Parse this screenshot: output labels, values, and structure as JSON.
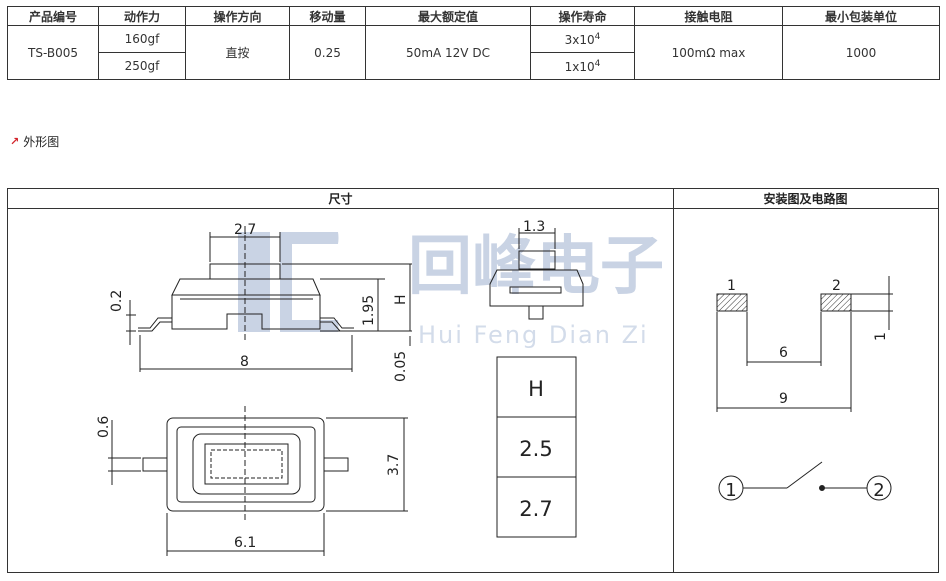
{
  "table": {
    "headers": [
      "产品编号",
      "动作力",
      "操作方向",
      "移动量",
      "最大额定值",
      "操作寿命",
      "接触电阻",
      "最小包装单位"
    ],
    "model": "TS-B005",
    "force": [
      "160gf",
      "250gf"
    ],
    "direction": "直按",
    "travel": "0.25",
    "rating": "50mA 12V DC",
    "life": [
      {
        "base": "3x10",
        "exp": "4"
      },
      {
        "base": "1x10",
        "exp": "4"
      }
    ],
    "resistance": "100mΩ max",
    "min_pack": "1000"
  },
  "section": {
    "title": "外形图"
  },
  "drawing": {
    "left_header": "尺寸",
    "right_header": "安装图及电路图",
    "watermark": {
      "name": "回峰电子",
      "pinyin": "Hui Feng Dian Zi"
    },
    "dims": {
      "top_width": "2.7",
      "lead_height": "0.2",
      "body_height": "1.95",
      "total_height": "H",
      "length": "8",
      "gap": "0.05",
      "plunger_width": "1.3",
      "lead_width": "0.6",
      "width": "3.7",
      "body_length": "6.1"
    },
    "h_table": {
      "header": "H",
      "values": [
        "2.5",
        "2.7"
      ]
    },
    "mount": {
      "pin1": "1",
      "pin2": "2",
      "inner": "6",
      "outer": "9",
      "pad_height": "1"
    },
    "circuit": {
      "node1": "1",
      "node2": "2"
    }
  },
  "colors": {
    "line": "#222222",
    "accent": "#d2232a",
    "watermark": "#c9d3e4"
  }
}
